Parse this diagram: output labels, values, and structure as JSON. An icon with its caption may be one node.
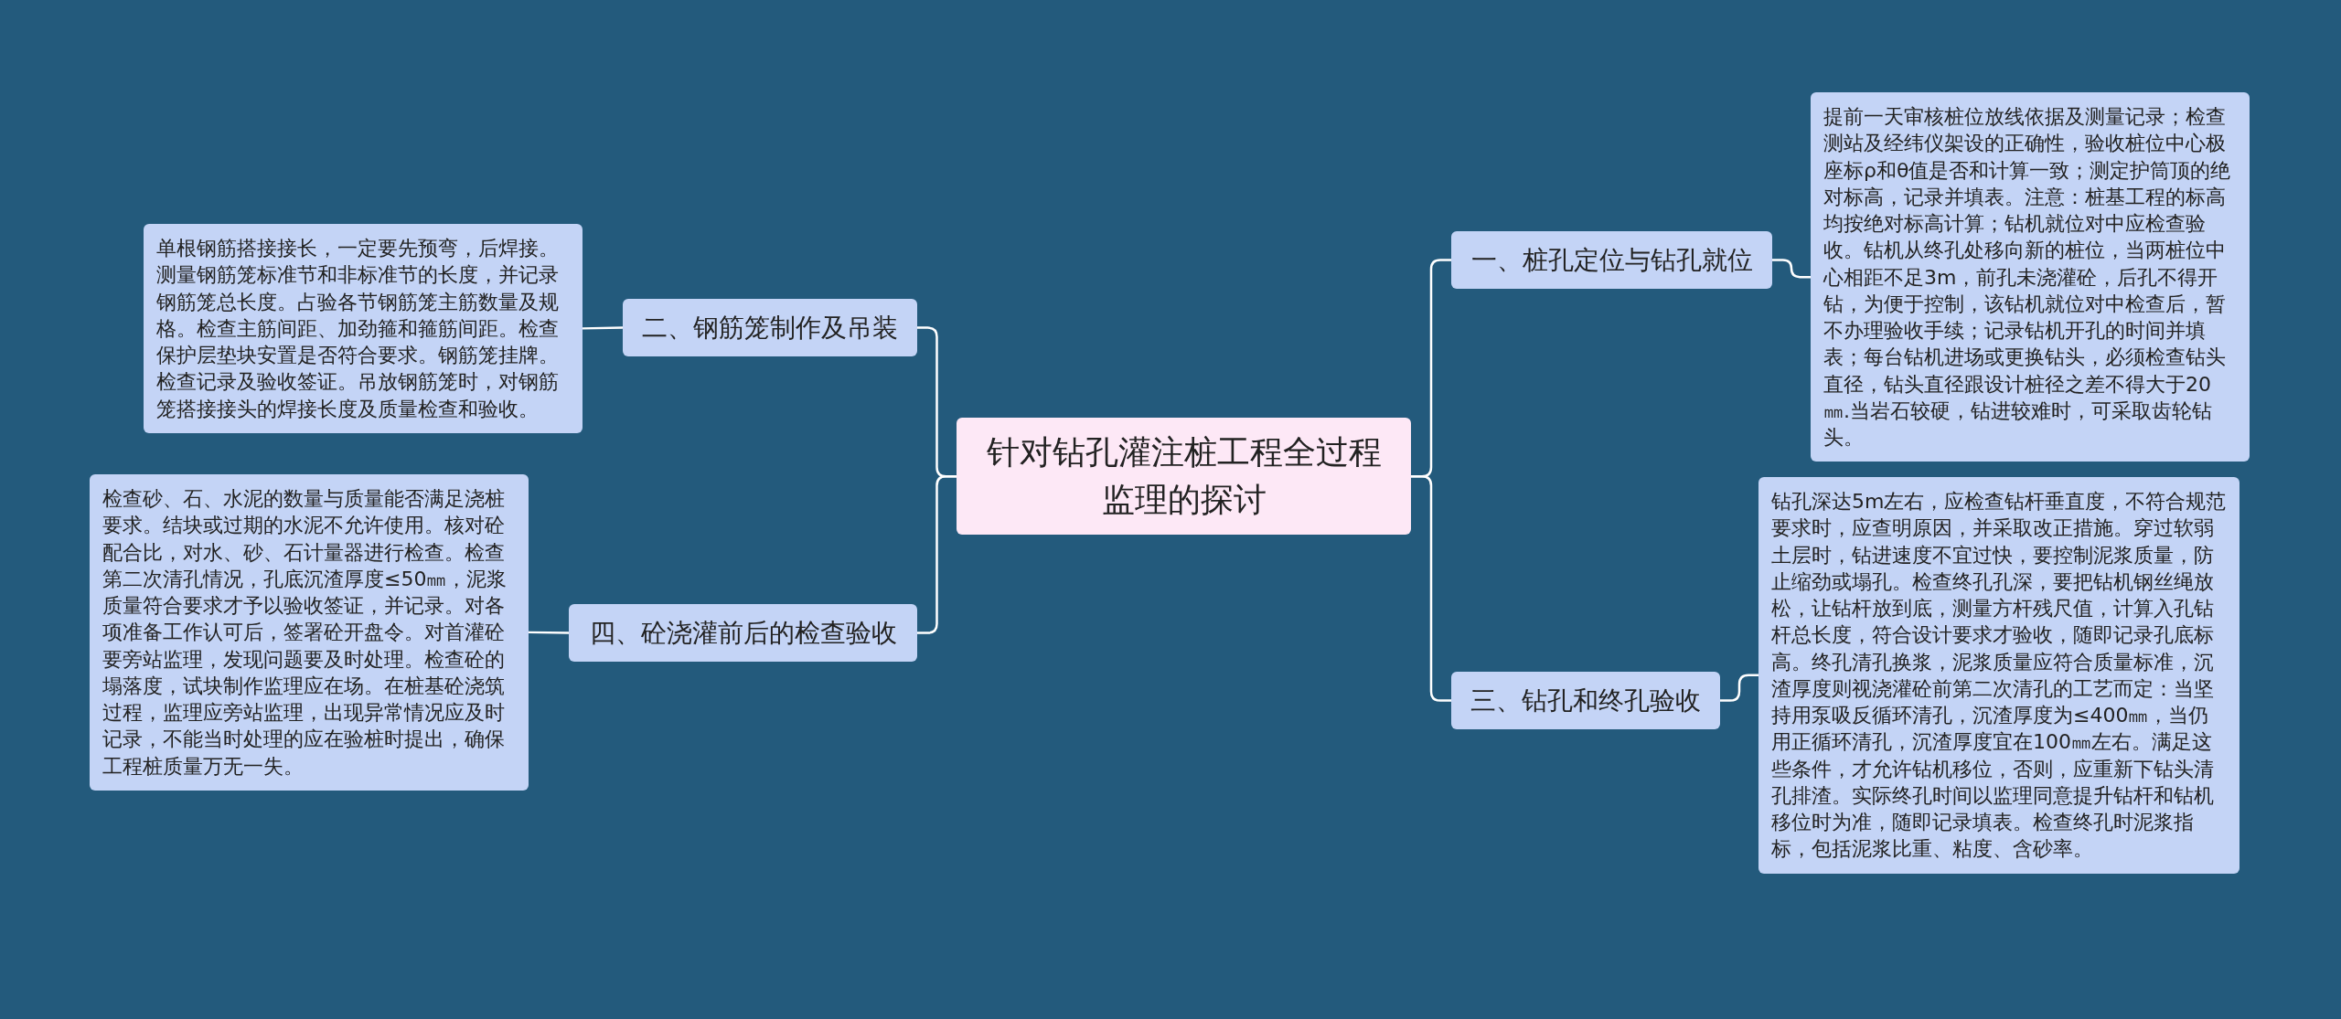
{
  "diagram": {
    "nodes": [
      {
        "text": [
          "针对钻孔灌注桩工程全过程监理的探讨"
        ]
      },
      {
        "text": [
          "一、桩孔定位与钻孔就位"
        ]
      },
      {
        "text": [
          "提前一天审核桩位放线依据及测量记录；检查测站及经纬仪架设的正确性，验收桩位中心极座标ρ和θ值是否和计算一致；测定护筒顶的绝对标高，记录并填表。注意：桩基工程的标高均按绝对标高计算；钻机就位对中应检查验收。钻机从终孔处移向新的桩位，当两桩位中心相距不足3m，前孔未浇灌砼，后孔不得开钻，为便于控制，该钻机就位对中检查后，暂不办理验收手续；记录钻机开孔的时间并填表；每台钻机进场或更换钻头，必须检查钻头直径，钻头直径跟设计桩径之差不得大于20㎜.当岩石较硬，钻进较难时，可采取齿轮钻头。"
        ]
      },
      {
        "text": [
          "三、钻孔和终孔验收"
        ]
      },
      {
        "text": [
          "钻孔深达5m左右，应检查钻杆垂直度，不符合规范要求时，应查明原因，并采取改正措施。穿过软弱土层时，钻进速度不宜过快，要控制泥浆质量，防止缩劲或塌孔。检查终孔孔深，要把钻机钢丝绳放松，让钻杆放到底，测量方杆残尺值，计算入孔钻杆总长度，符合设计要求才验收，随即记录孔底标高。终孔清孔换浆，泥浆质量应符合质量标准，沉渣厚度则视浇灌砼前第二次清孔的工艺而定：当坚持用泵吸反循环清孔，沉渣厚度为≤400㎜，当仍用正循环清孔，沉渣厚度宜在100㎜左右。满足这些条件，才允许钻机移位，否则，应重新下钻头清孔排渣。实际终孔时间以监理同意提升钻杆和钻机移位时为准，随即记录填表。检查终孔时泥浆指标，包括泥浆比重、粘度、含砂率。"
        ]
      },
      {
        "text": [
          "二、钢筋笼制作及吊装"
        ]
      },
      {
        "text": [
          "单根钢筋搭接接长，一定要先预弯，后焊接。测量钢筋笼标准节和非标准节的长度，并记录钢筋笼总长度。占验各节钢筋笼主筋数量及规格。检查主筋间距、加劲箍和箍筋间距。检查保护层垫块安置是否符合要求。钢筋笼挂牌。检查记录及验收签证。吊放钢筋笼时，对钢筋笼搭接接头的焊接长度及质量检查和验收。"
        ]
      },
      {
        "text": [
          "四、砼浇灌前后的检查验收"
        ]
      },
      {
        "text": [
          "检查砂、石、水泥的数量与质量能否满足浇桩要求。结块或过期的水泥不允许使用。核对砼配合比，对水、砂、石计量器进行检查。检查第二次清孔情况，孔底沉渣厚度≤50㎜，泥浆质量符合要求才予以验收签证，并记录。对各项准备工作认可后，签署砼开盘令。对首灌砼要旁站监理，发现问题要及时处理。检查砼的塌落度，试块制作监理应在场。在桩基砼浇筑过程，监理应旁站监理，出现异常情况应及时记录，不能当时处理的应在验桩时提出，确保工程桩质量万无一失。"
        ]
      }
    ],
    "edges": [
      {
        "from": 0,
        "to": 1,
        "arrow": "none"
      },
      {
        "from": 1,
        "to": 2,
        "arrow": "none"
      },
      {
        "from": 0,
        "to": 3,
        "arrow": "none"
      },
      {
        "from": 3,
        "to": 4,
        "arrow": "none"
      },
      {
        "from": 0,
        "to": 5,
        "arrow": "none"
      },
      {
        "from": 5,
        "to": 6,
        "arrow": "none"
      },
      {
        "from": 0,
        "to": 7,
        "arrow": "none"
      },
      {
        "from": 7,
        "to": 8,
        "arrow": "none"
      }
    ]
  }
}
